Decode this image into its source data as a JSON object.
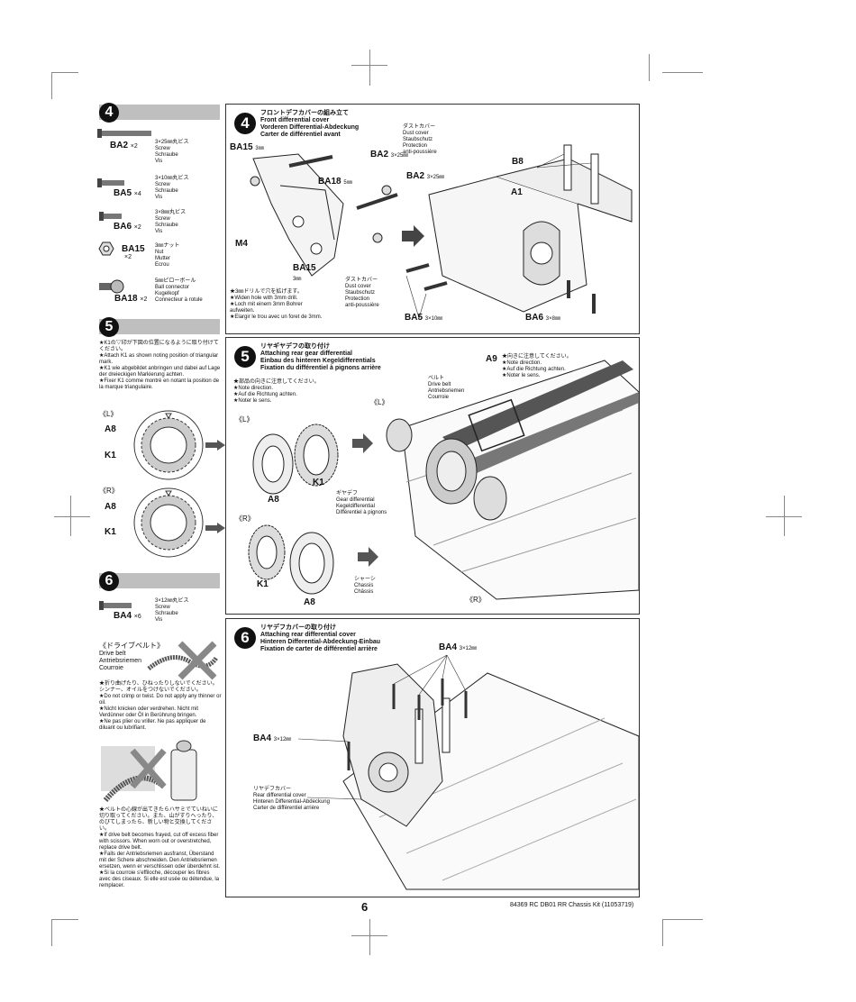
{
  "sidebar": {
    "step4": {
      "num": "4",
      "parts": [
        {
          "code": "BA2",
          "qty": "×2",
          "desc": "3×25㎜丸ビス\nScrew\nSchraube\nVis"
        },
        {
          "code": "BA5",
          "qty": "×4",
          "desc": "3×10㎜丸ビス\nScrew\nSchraube\nVis"
        },
        {
          "code": "BA6",
          "qty": "×2",
          "desc": "3×8㎜丸ビス\nScrew\nSchraube\nVis"
        },
        {
          "code": "BA15",
          "qty": "×2",
          "desc": "3㎜ナット\nNut\nMutter\nEcrou"
        },
        {
          "code": "BA18",
          "qty": "×2",
          "desc": "5㎜ピローボール\nBall connector\nKugelkopf\nConnecteur à rotule"
        }
      ]
    },
    "step5": {
      "num": "5",
      "note": "★K1の▽印が下図の位置になるように取り付けてください。\n★Attach K1 as shown noting position of triangular mark.\n★K1 wie abgebildet anbringen und dabei auf Lage der dreieckigen Markierung achten.\n★Fixer K1 comme montré en notant la position de la marque triangulaire.",
      "left_label": "《L》",
      "right_label": "《R》",
      "a8": "A8",
      "k1": "K1"
    },
    "step6": {
      "num": "6",
      "part": {
        "code": "BA4",
        "qty": "×6",
        "desc": "3×12㎜丸ビス\nScrew\nSchraube\nVis"
      },
      "belt_title": "《ドライブベルト》",
      "belt_names": "Drive belt\nAntriebsriemen\nCourroie",
      "belt_note": "★折り曲げたり、ひねったりしないでください。シンナー、オイルをつけないでください。\n★Do not crimp or twist. Do not apply any thinner or oil.\n★Nicht knicken oder verdrehen. Nicht mit Verdünner oder Öl in Berührung bringen.\n★Ne pas plier ou vriller. Ne pas appliquer de diluant ou lubrifiant.",
      "fray_note": "★ベルトの心線が出てきたらハサミでていねいに切り取ってください。また、山がすりへったり、のびてしまったら、新しい物と交換してください。\n★If drive belt becomes frayed, cut off excess fiber with scissors. When worn out or overstretched, replace drive belt.\n★Falls der Antriebsriemen ausfranst, Überstand mit der Schere abschneiden. Den Antriebsriemen ersetzen, wenn er verschlissen oder überdehnt ist.\n★Si la courroie s'effiloche, découper les fibres avec des ciseaux. Si elle est usée ou détendue, la remplacer."
    }
  },
  "panel4": {
    "num": "4",
    "title": "フロントデフカバーの組み立て\nFront differential cover\nVorderen Differential-Abdeckung\nCarter de différentiel avant",
    "ba15": "BA15",
    "ba15_size": "3㎜",
    "ba15_b": "BA15",
    "ba2": "BA2",
    "ba2_size": "3×25㎜",
    "ba2_b": "BA2",
    "ba18": "BA18",
    "ba18_size": "5㎜",
    "m4": "M4",
    "a1": "A1",
    "b8": "B8",
    "ba5": "BA5",
    "ba5_size": "3×10㎜",
    "ba6": "BA6",
    "ba6_size": "3×8㎜",
    "dust": "ダストカバー\nDust cover\nStaubschutz\nProtection\nanti-poussière",
    "dust2": "ダストカバー\nDust cover\nStaubschutz\nProtection\nanti-poussière",
    "drill": "★3㎜ドリルで穴を拡げます。\n★Widen hole with 3mm drill.\n★Loch mit einem 3mm Bohrer aufweiten.\n★Elargir le trou avec un foret de 3mm."
  },
  "panel5": {
    "num": "5",
    "title": "リヤギヤデフの取り付け\nAttaching rear gear differential\nEinbau des hinteren Kegeldifferentials\nFixation du différentiel à pignons arrière",
    "dir_note": "★部品の向きに注意してください。\n★Note direction.\n★Auf die Richtung achten.\n★Noter le sens.",
    "dir_note2": "★向きに注意してください。\n★Note direction.\n★Auf die Richtung achten.\n★Noter le sens.",
    "left": "《L》",
    "left2": "《L》",
    "right": "《R》",
    "right2": "《R》",
    "a8": "A8",
    "a8b": "A8",
    "k1": "K1",
    "k1b": "K1",
    "a9": "A9",
    "belt": "ベルト\nDrive belt\nAntriebsriemen\nCourroie",
    "gear": "ギヤデフ\nGear differential\nKegeldifferential\nDifférentiel à pignons",
    "chassis": "シャーシ\nChassis\nChâssis"
  },
  "panel6": {
    "num": "6",
    "title": "リヤデフカバーの取り付け\nAttaching rear differential cover\nHinteren Differential-Abdeckung-Einbau\nFixation de carter de différentiel arrière",
    "ba4": "BA4",
    "ba4_size": "3×12㎜",
    "ba4b": "BA4",
    "ba4b_size": "3×12㎜",
    "cover": "リヤデフカバー\nRear differential cover\nHinteren Differential-Abdeckung\nCarter de différentiel arrière"
  },
  "footer": {
    "page": "6",
    "code": "84369 RC DB01 RR Chassis Kit (11053719)"
  }
}
